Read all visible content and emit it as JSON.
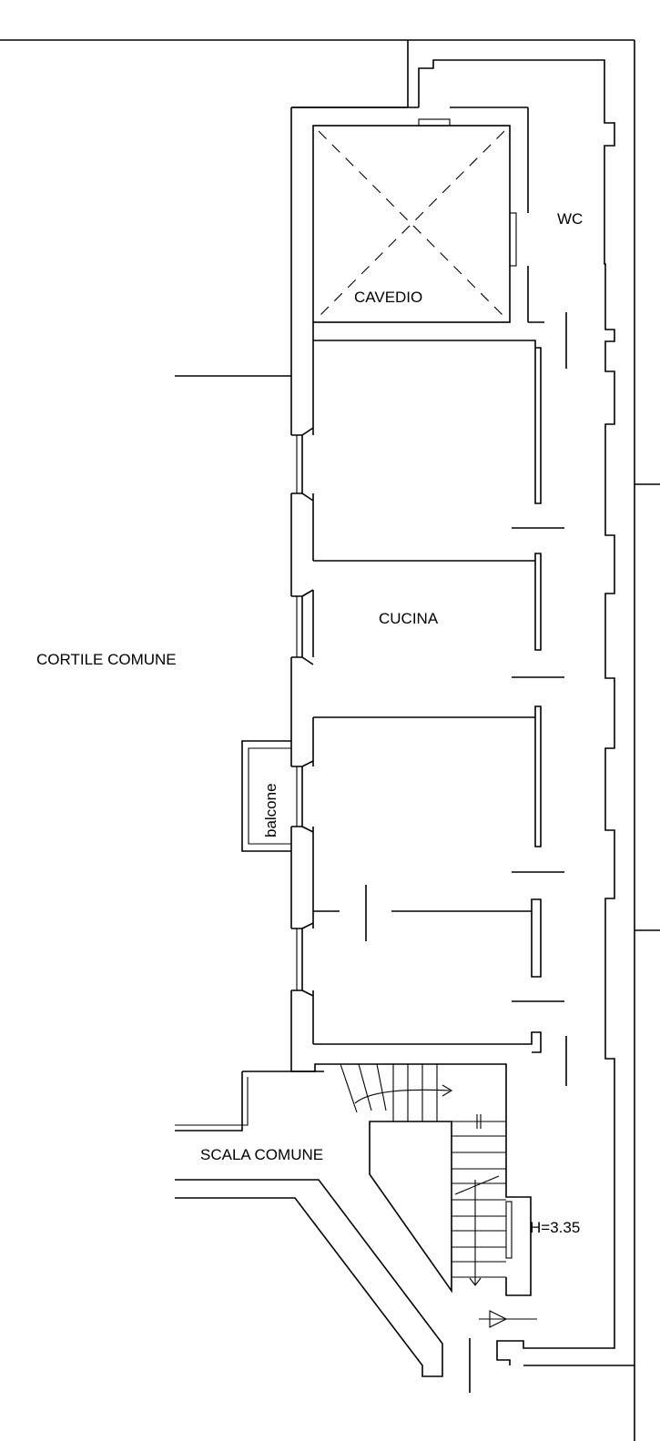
{
  "rooms": {
    "wc": "WC",
    "cavedio": "CAVEDIO",
    "cucina": "CUCINA",
    "cortile": "CORTILE COMUNE",
    "balcone": "balcone",
    "scala": "SCALA COMUNE"
  },
  "height_note": "H=3.35",
  "colors": {
    "line": "#000000",
    "background": "#ffffff"
  }
}
